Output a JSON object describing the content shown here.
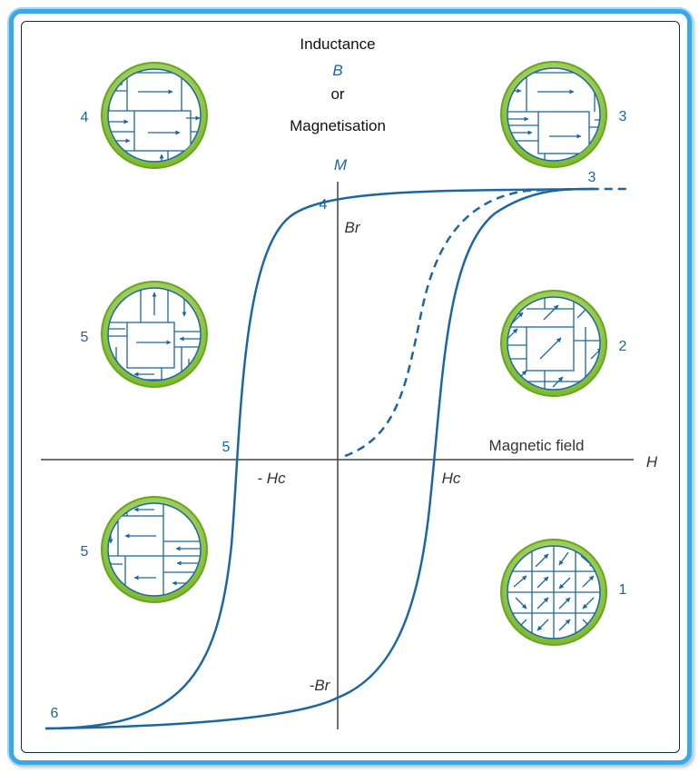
{
  "title": {
    "line1": "Inductance",
    "line2": "B",
    "line3": "or",
    "line4": "Magnetisation"
  },
  "axes": {
    "y_label": "M",
    "x_label": "H",
    "x_caption": "Magnetic field"
  },
  "points": {
    "br": "Br",
    "neg_br": "-Br",
    "hc": "Hc",
    "neg_hc": "- Hc",
    "p3_curve": "3",
    "p4_curve": "4",
    "p5_curve": "5",
    "p6_curve": "6"
  },
  "domains": {
    "d4": "4",
    "d3": "3",
    "d5_upper": "5",
    "d2": "2",
    "d5_lower": "5",
    "d1": "1"
  },
  "colors": {
    "curve": "#1b67a3",
    "ring_outer": "#8cc63f",
    "ring_inner": "#c9e79a",
    "frame": "#3aa8e6",
    "axis": "#444444"
  }
}
